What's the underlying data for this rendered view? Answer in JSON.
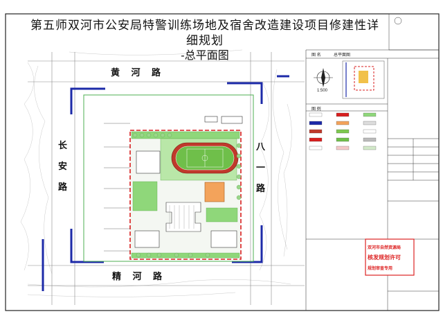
{
  "title": {
    "line1": "第五师双河市公安局特警训练场地及宿舍改造建设项目修建性详细规划",
    "line2": "-总平面图"
  },
  "roads": {
    "north": "黄 河 路",
    "south": "精 河 路",
    "west": [
      "长",
      "安",
      "路"
    ],
    "east": [
      "八",
      "一",
      "路"
    ]
  },
  "title_block": {
    "sheet_name_label": "图 名",
    "sheet_name": "总平面图",
    "legend_label": "图 例",
    "scale": "1:500"
  },
  "stamp": {
    "line1": "双河市自然资源局",
    "line2": "核发规划许可",
    "line3": "规划审查专用"
  },
  "colors": {
    "road_blue": "#1c2aa8",
    "redline": "#d81e1e",
    "green_space": "#6fcf5a",
    "track": "#c0392b",
    "field": "#7ec850",
    "border": "#111111"
  }
}
